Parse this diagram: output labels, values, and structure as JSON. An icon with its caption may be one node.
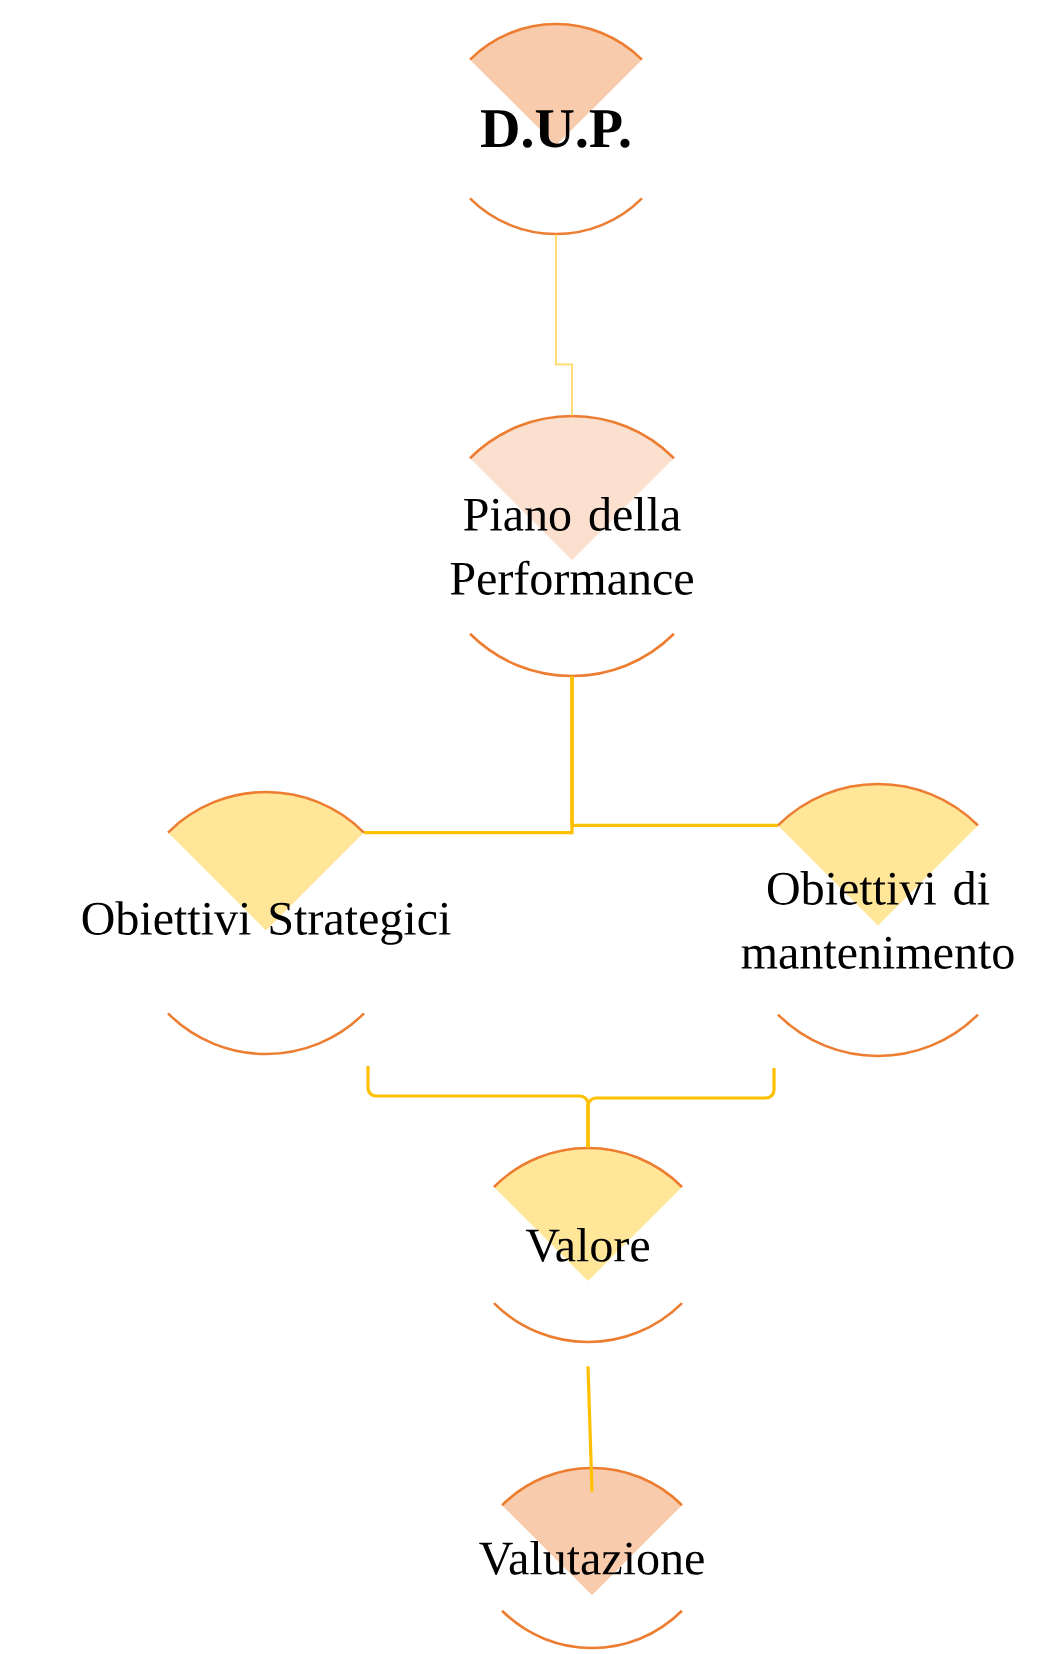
{
  "diagram": {
    "nodes": [
      {
        "text": [
          "D.U.P."
        ]
      },
      {
        "text": [
          "Piano della Performance"
        ]
      },
      {
        "text": [
          "Obiettivi Strategici"
        ]
      },
      {
        "text": [
          "Obiettivi di mantenimento"
        ]
      },
      {
        "text": [
          "Valore"
        ]
      },
      {
        "text": [
          "Valutazione"
        ]
      }
    ],
    "edges": [
      {
        "from": 0,
        "to": 1,
        "arrow": "none",
        "color": "#ffd966"
      },
      {
        "from": 1,
        "to": 2,
        "arrow": "none"
      },
      {
        "from": 1,
        "to": 3,
        "arrow": "none"
      },
      {
        "from": 2,
        "to": 4,
        "arrow": "none"
      },
      {
        "from": 3,
        "to": 4,
        "arrow": "none"
      },
      {
        "from": 4,
        "to": 5,
        "arrow": "none"
      }
    ]
  }
}
